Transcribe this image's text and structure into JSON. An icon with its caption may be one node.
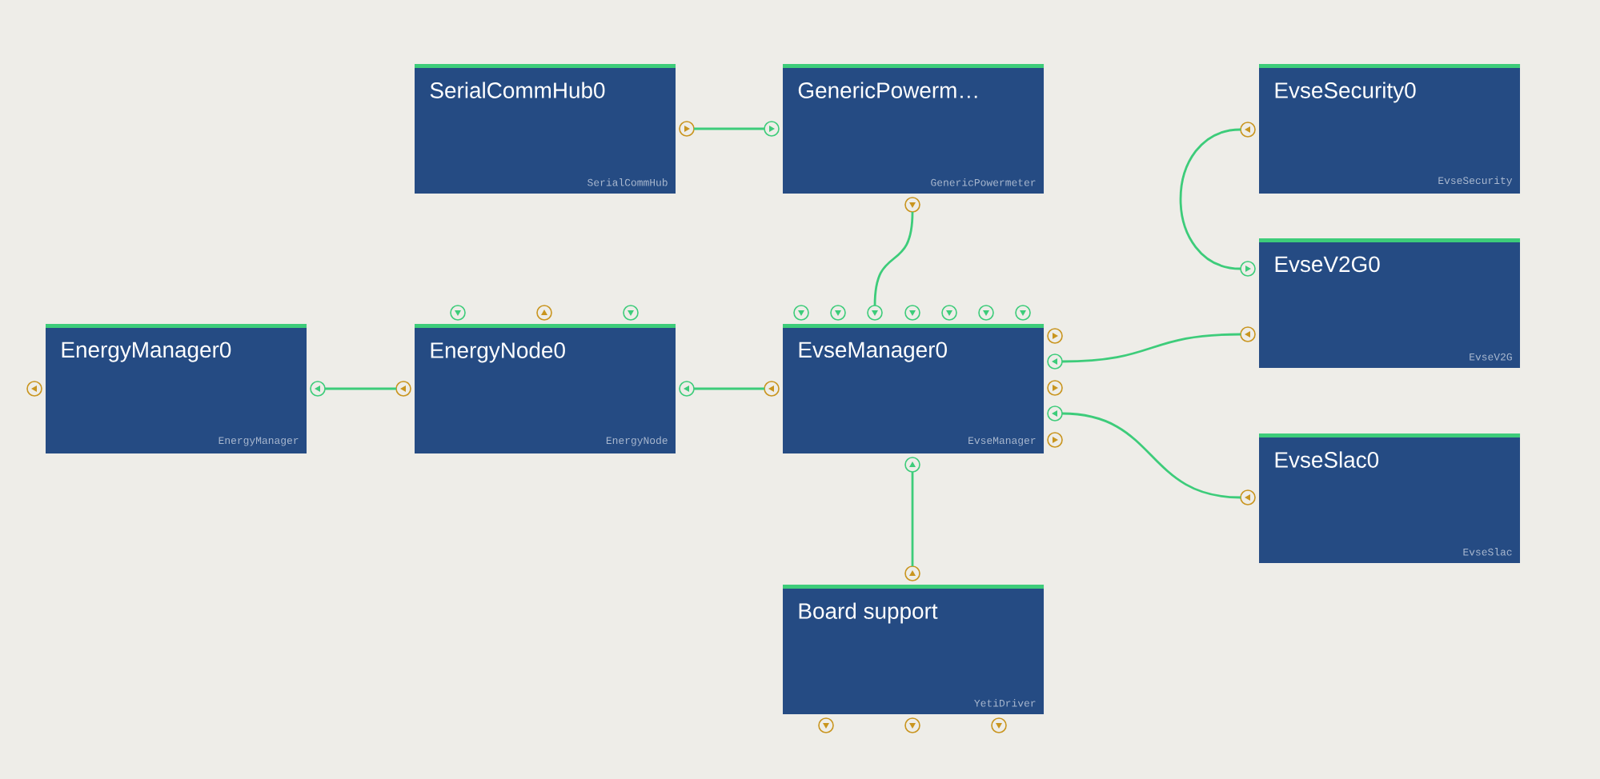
{
  "diagram": {
    "nodes": [
      {
        "text": [
          "SerialCommHub0",
          "SerialCommHub"
        ]
      },
      {
        "text": [
          "GenericPowerm…",
          "GenericPowermeter"
        ]
      },
      {
        "text": [
          "EvseSecurity0",
          "EvseSecurity"
        ]
      },
      {
        "text": [
          "EvseV2G0",
          "EvseV2G"
        ]
      },
      {
        "text": [
          "EnergyManager0",
          "EnergyManager"
        ]
      },
      {
        "text": [
          "EnergyNode0",
          "EnergyNode"
        ]
      },
      {
        "text": [
          "EvseManager0",
          "EvseManager"
        ]
      },
      {
        "text": [
          "EvseSlac0",
          "EvseSlac"
        ]
      },
      {
        "text": [
          "Board support",
          "YetiDriver"
        ]
      },
      {
        "text": [],
        "shape": "circle"
      },
      {
        "text": [],
        "shape": "circle"
      },
      {
        "text": [],
        "shape": "circle"
      },
      {
        "text": [],
        "shape": "circle"
      },
      {
        "text": [],
        "shape": "circle"
      },
      {
        "text": [],
        "shape": "circle"
      },
      {
        "text": [],
        "shape": "circle"
      },
      {
        "text": [],
        "shape": "circle"
      },
      {
        "text": [],
        "shape": "circle"
      },
      {
        "text": [],
        "shape": "circle"
      },
      {
        "text": [],
        "shape": "circle"
      },
      {
        "text": [],
        "shape": "circle"
      },
      {
        "text": [],
        "shape": "circle"
      },
      {
        "text": [],
        "shape": "circle"
      },
      {
        "text": [],
        "shape": "circle"
      },
      {
        "text": [],
        "shape": "circle"
      }
    ],
    "edges": [
      {
        "from": 9,
        "to": 10,
        "arrow": "none"
      },
      {
        "from": 11,
        "to": 19,
        "arrow": "none"
      },
      {
        "from": 12,
        "to": 13,
        "arrow": "none"
      },
      {
        "from": 20,
        "to": 14,
        "arrow": "none"
      },
      {
        "from": 21,
        "to": 23,
        "arrow": "none"
      },
      {
        "from": 15,
        "to": 16,
        "arrow": "none"
      },
      {
        "from": 17,
        "to": 18,
        "arrow": "none"
      },
      {
        "from": 22,
        "to": 24,
        "arrow": "none"
      }
    ]
  }
}
